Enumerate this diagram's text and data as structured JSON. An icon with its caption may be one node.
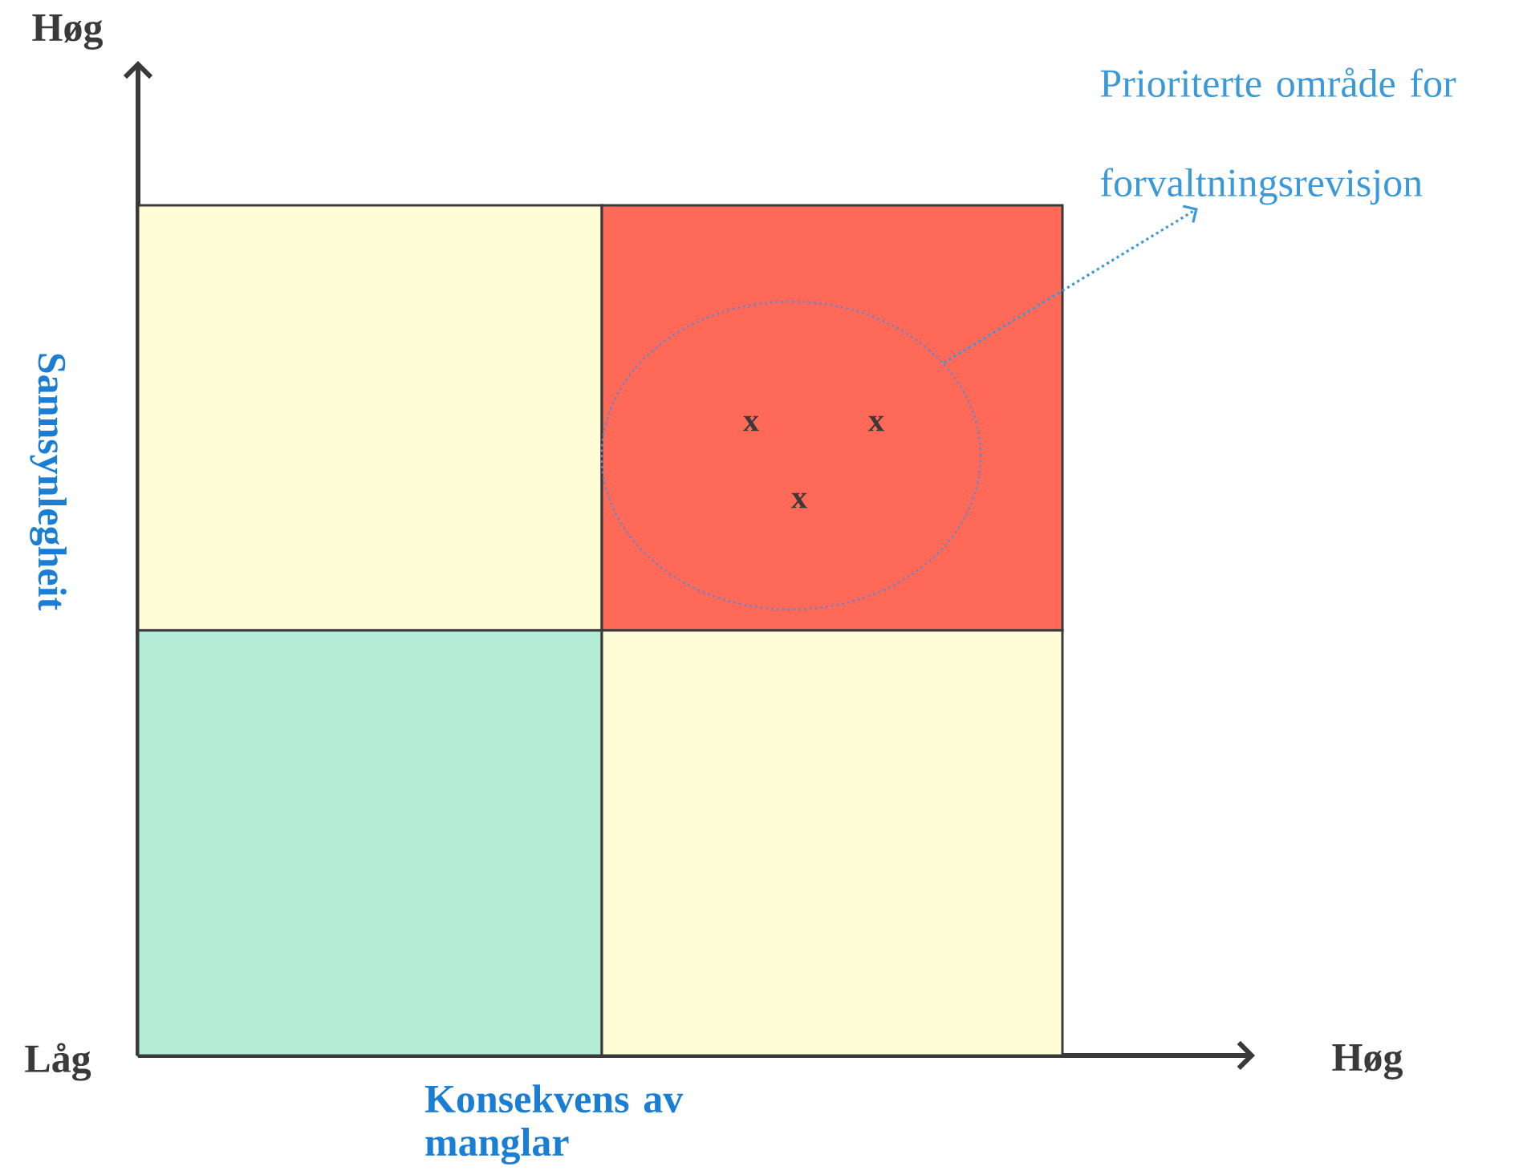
{
  "diagram": {
    "nodes": [
      {
        "text": [
          "Prioriterte område for forvaltningsrevisjon"
        ]
      },
      {
        "text": [],
        "shape": "box"
      },
      {
        "text": [],
        "shape": "box"
      },
      {
        "text": [],
        "shape": "ellipse",
        "in": 2
      },
      {
        "text": [],
        "shape": "box"
      },
      {
        "text": [],
        "shape": "box"
      }
    ],
    "edges": [
      {
        "from": 3,
        "to": 0,
        "arrow": "to",
        "style": "dashed"
      }
    ],
    "labels": [
      "Høg",
      "Sannsynlegheit",
      "x",
      "x",
      "x",
      "Låg",
      "Høg",
      "Konsekvens av manglar"
    ]
  }
}
